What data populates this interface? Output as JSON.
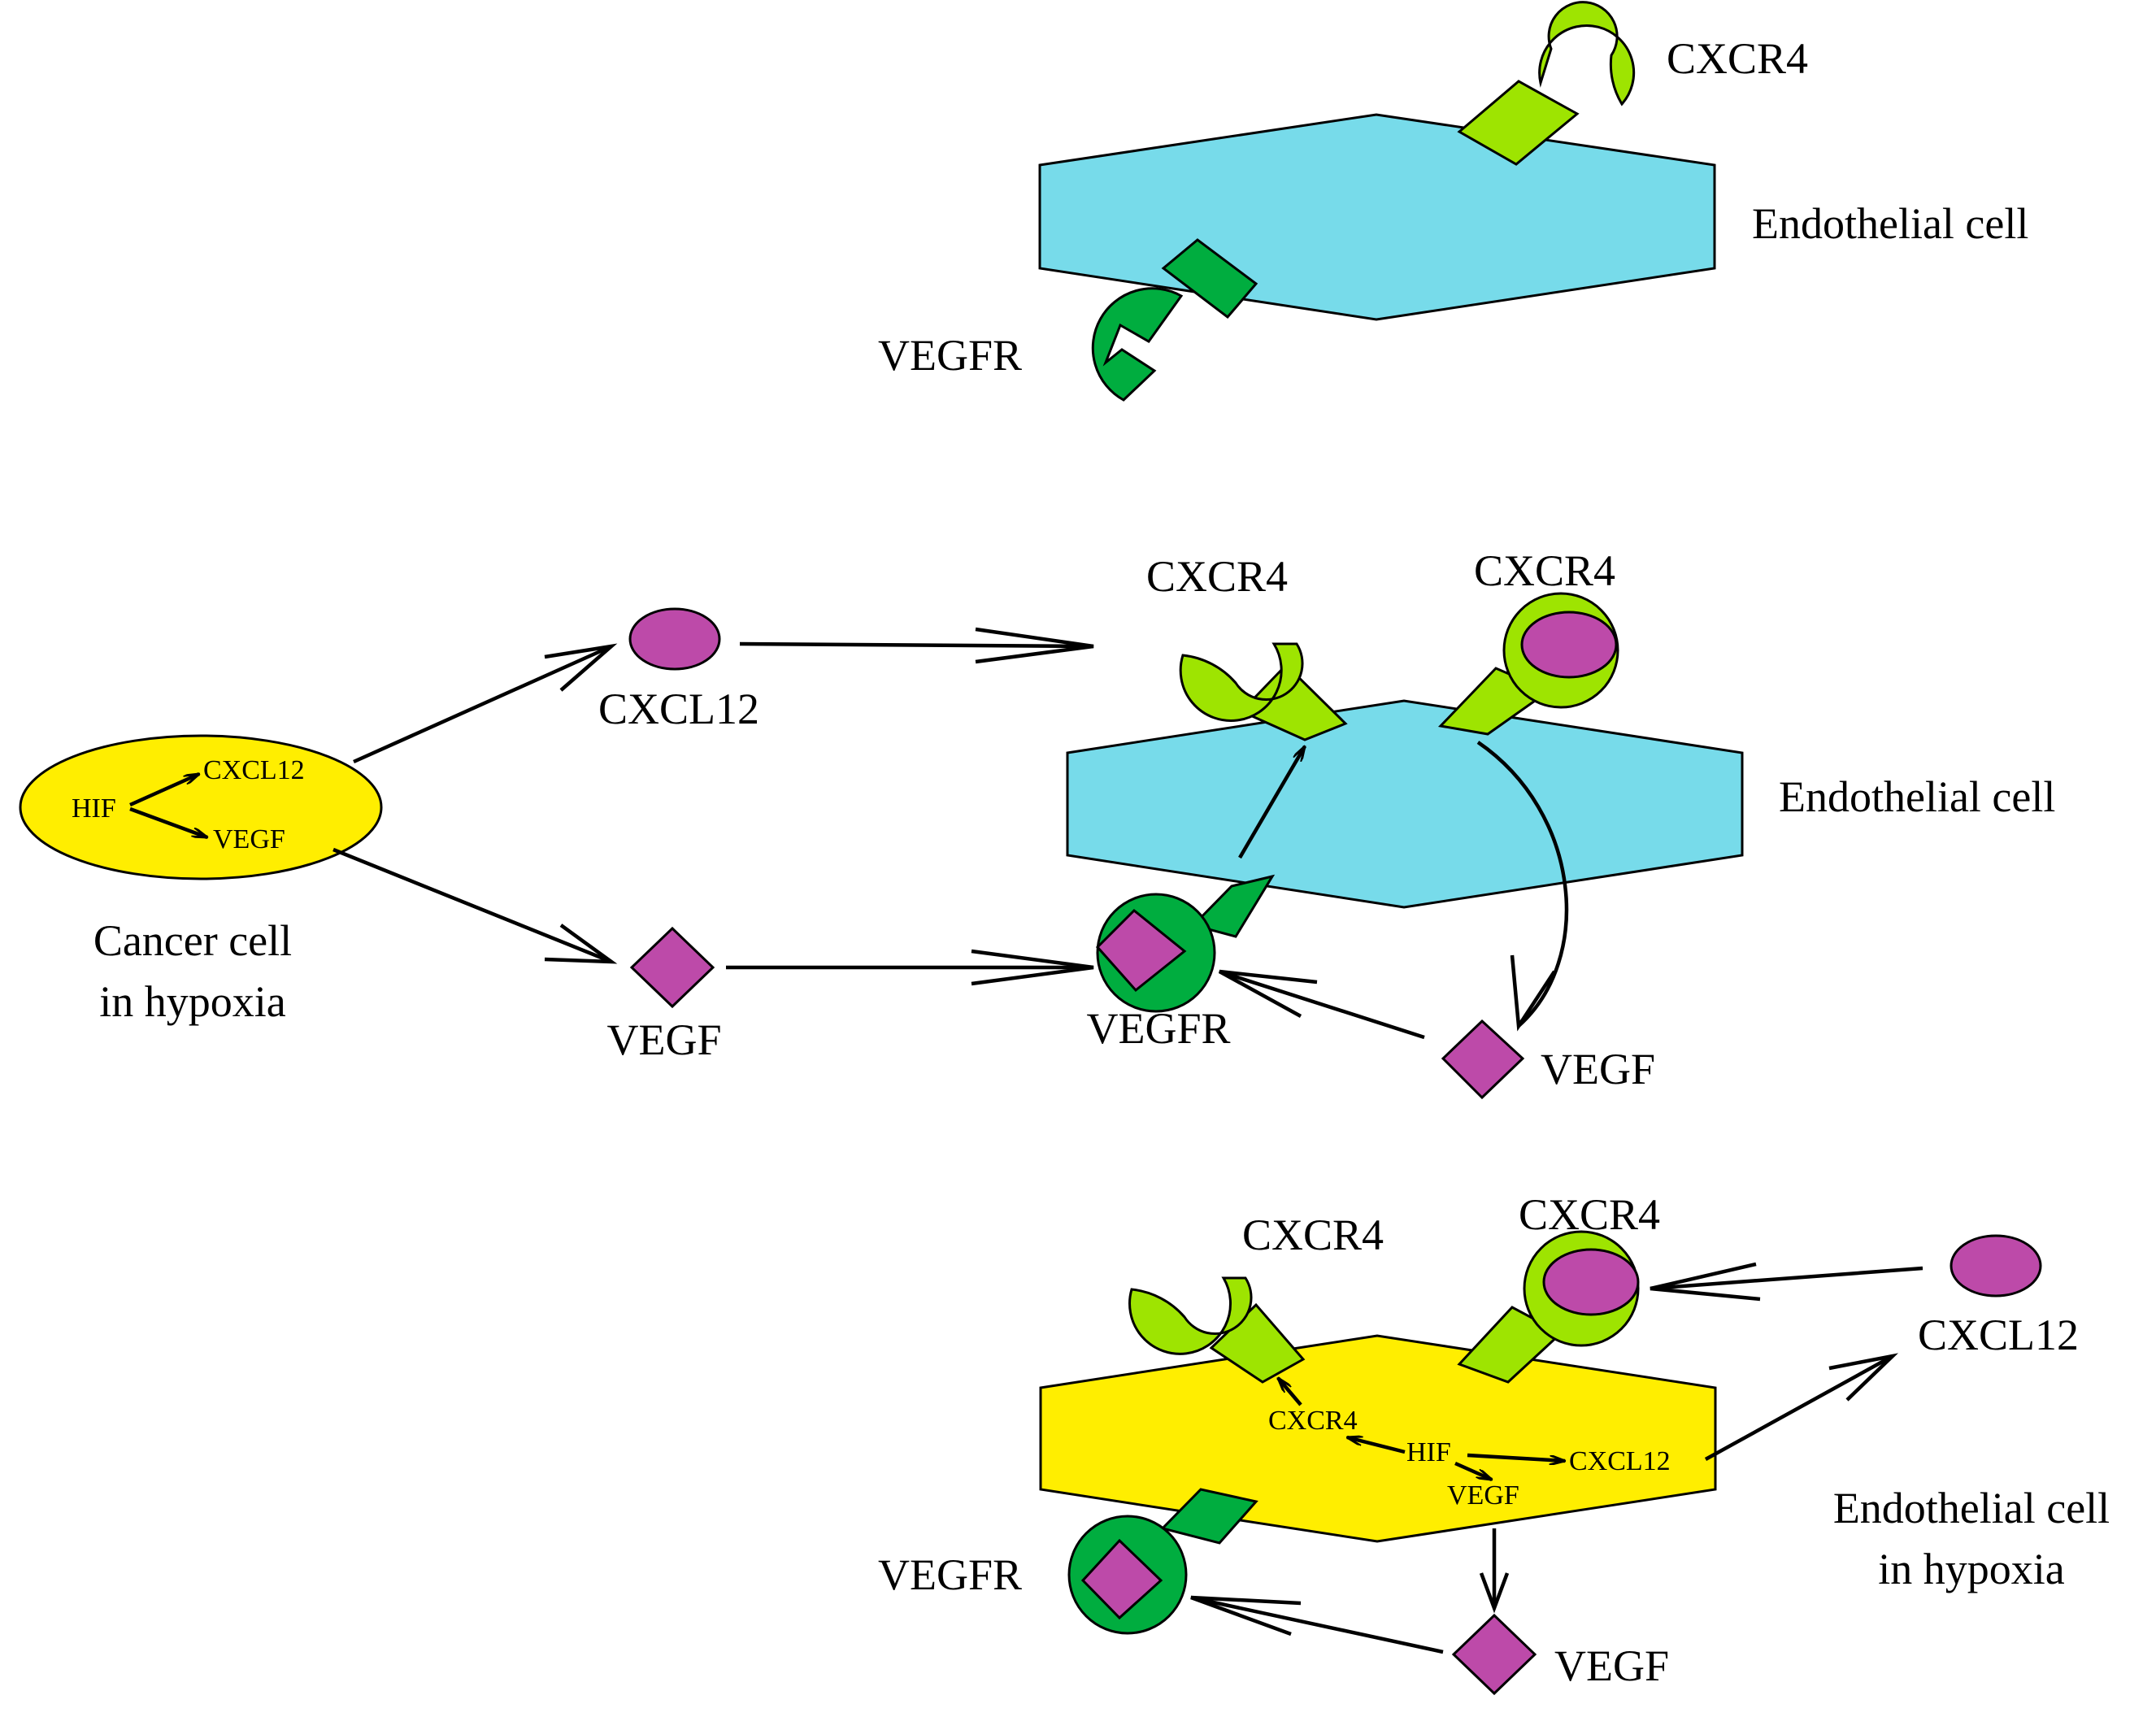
{
  "colors": {
    "endothelial_cell": "#77dbea",
    "hypoxic_cell": "#ffee00",
    "cxcr4_receptor": "#9ee401",
    "vegfr_receptor": "#00ad3f",
    "ligand": "#bd4aa9"
  },
  "panel_top": {
    "cxcr4_label": "CXCR4",
    "cell_label": "Endothelial cell",
    "vegfr_label": "VEGFR"
  },
  "panel_middle": {
    "cancer_cell": {
      "label_line1": "Cancer cell",
      "label_line2": "in hypoxia",
      "hif": "HIF",
      "cxcl12": "CXCL12",
      "vegf": "VEGF"
    },
    "cxcl12_label": "CXCL12",
    "vegf_label": "VEGF",
    "cxcr4_left_label": "CXCR4",
    "cxcr4_right_label": "CXCR4",
    "cell_label": "Endothelial cell",
    "vegfr_label": "VEGFR",
    "vegf_secreted_label": "VEGF"
  },
  "panel_bottom": {
    "cxcr4_left_label": "CXCR4",
    "cxcr4_right_label": "CXCR4",
    "cxcl12_label": "CXCL12",
    "cell_label_line1": "Endothelial cell",
    "cell_label_line2": "in hypoxia",
    "inner": {
      "cxcr4": "CXCR4",
      "hif": "HIF",
      "cxcl12": "CXCL12",
      "vegf": "VEGF"
    },
    "vegfr_label": "VEGFR",
    "vegf_label": "VEGF"
  }
}
